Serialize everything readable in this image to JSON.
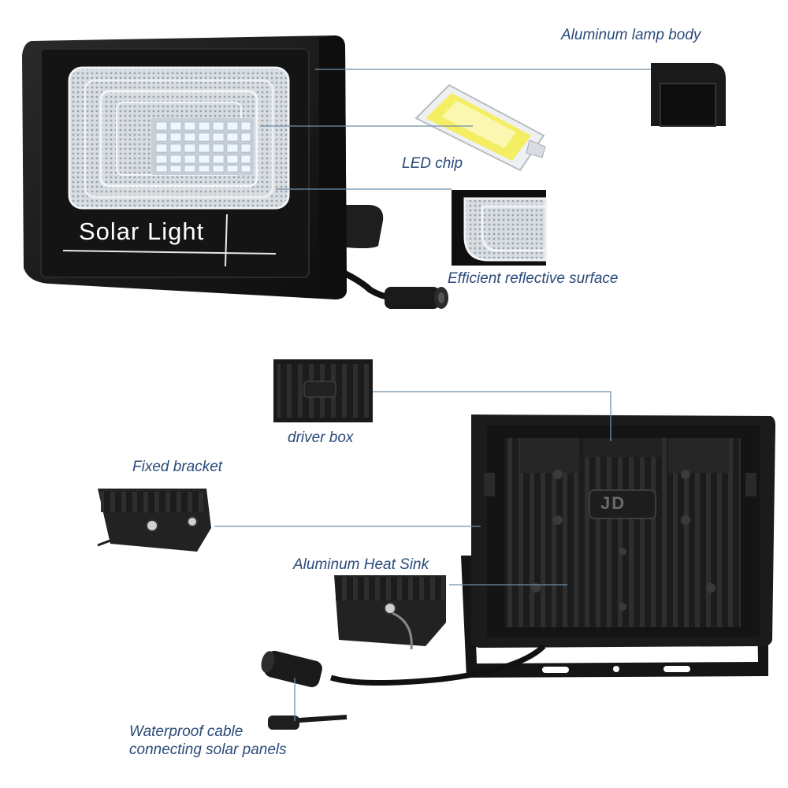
{
  "product": {
    "front_text": "Solar Light",
    "back_logo": "JD"
  },
  "callouts": {
    "aluminum_lamp_body": "Aluminum lamp body",
    "led_chip": "LED chip",
    "reflective_surface": "Efficient reflective surface",
    "driver_box": "driver box",
    "fixed_bracket": "Fixed bracket",
    "heat_sink": "Aluminum Heat Sink",
    "cable_line1": "Waterproof cable",
    "cable_line2": "connecting solar panels"
  },
  "colors": {
    "label_text": "#2a4a7a",
    "leader_line": "#6f8fa8",
    "housing": "#161616",
    "led": "#eef7ff"
  }
}
